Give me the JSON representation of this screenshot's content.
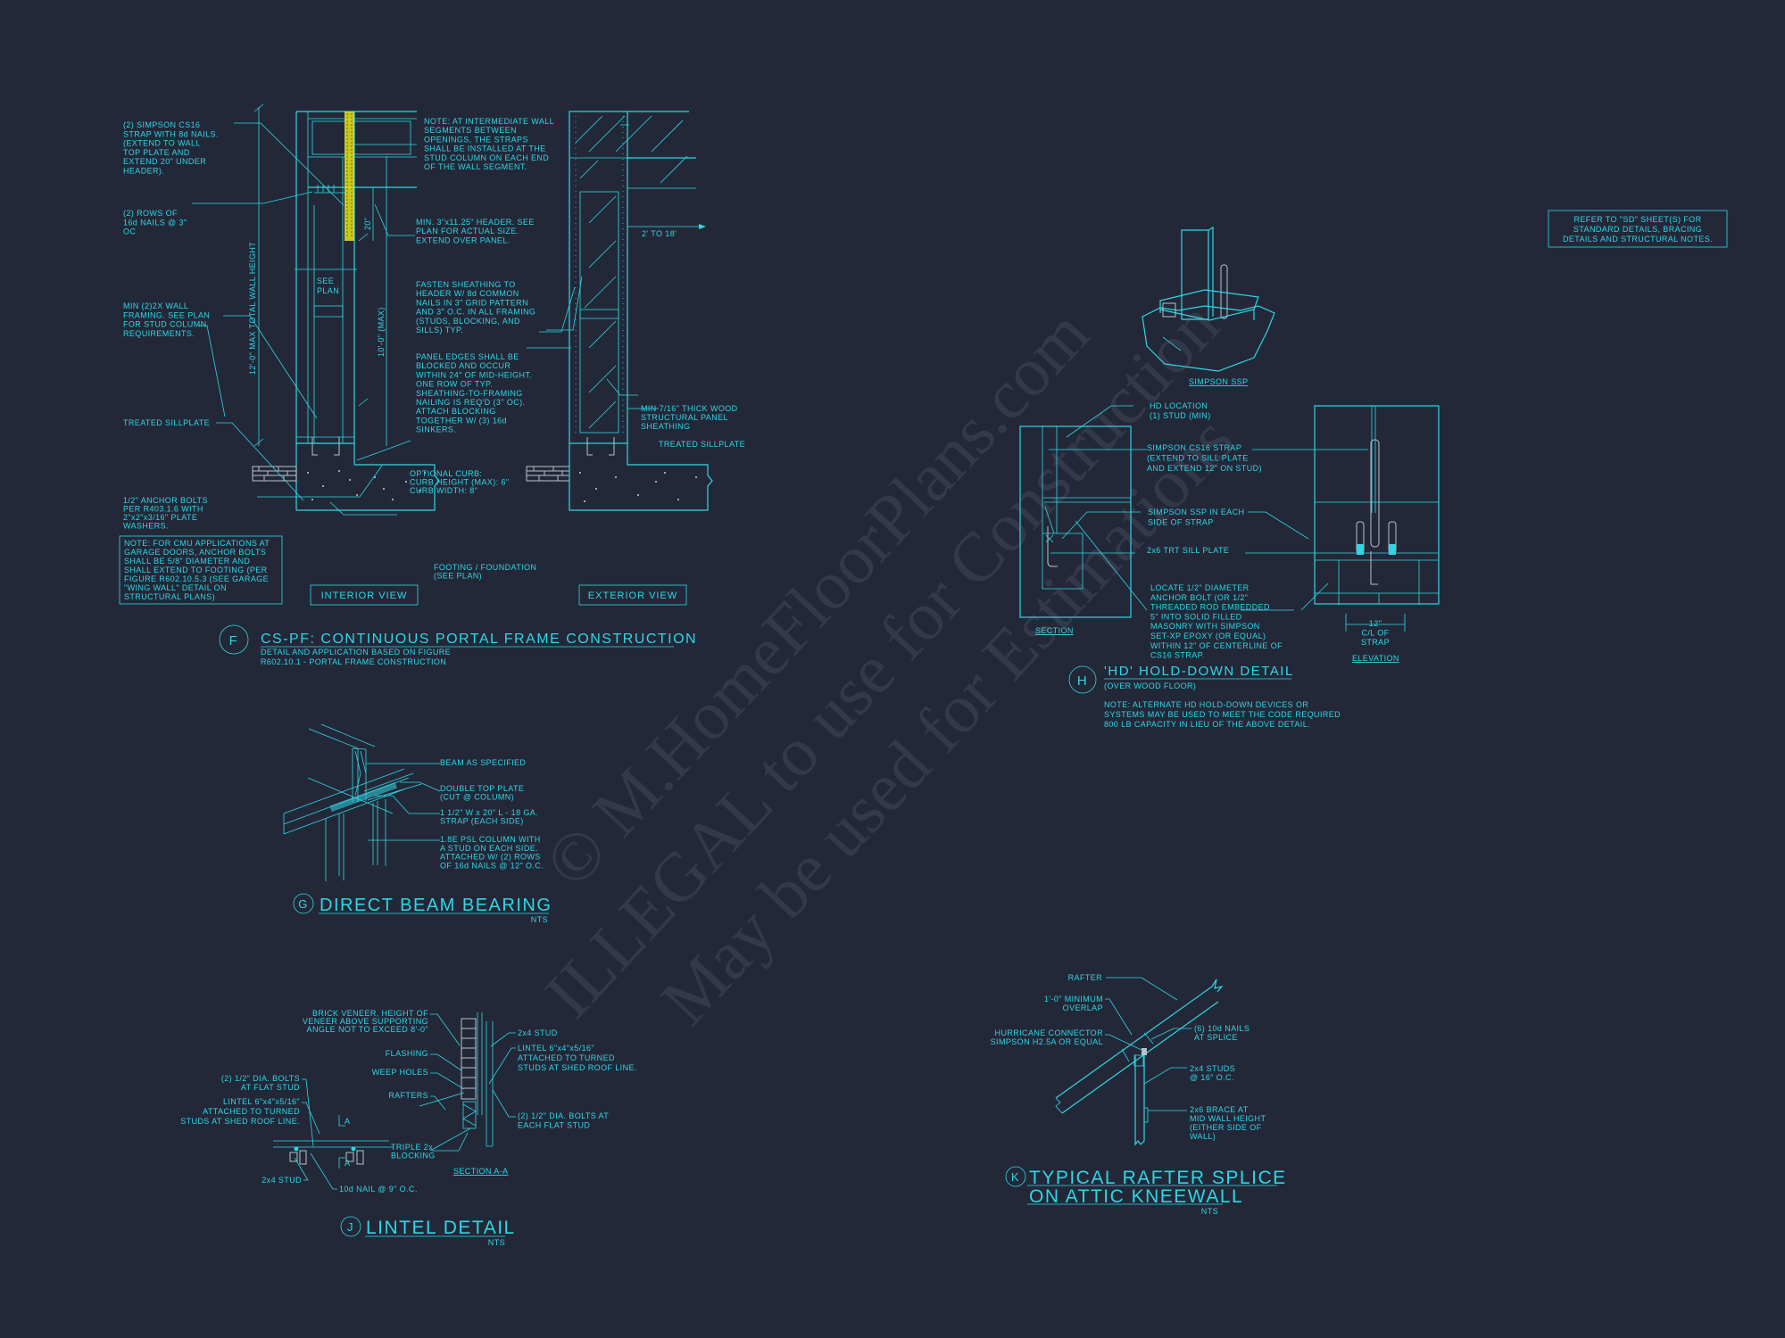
{
  "colors": {
    "background": "#232838",
    "linework": "#2fd6e4",
    "strap": "#e6e21c"
  },
  "watermark": {
    "line1": "© M.HomeFloorPlans.com",
    "line2": "ILLEGAL to use for Construction",
    "line3": "May be used for Estimations"
  },
  "detail_f": {
    "letter": "F",
    "title": "CS-PF: CONTINUOUS PORTAL FRAME CONSTRUCTION",
    "subtitle": [
      "DETAIL AND APPLICATION BASED ON FIGURE",
      "R602.10.1 - PORTAL FRAME CONSTRUCTION"
    ],
    "interior_view_label": "INTERIOR VIEW",
    "exterior_view_label": "EXTERIOR VIEW",
    "notes": {
      "strap": [
        "(2) SIMPSON CS16",
        "STRAP WITH 8d NAILS.",
        "(EXTEND TO WALL",
        "TOP PLATE AND",
        "EXTEND 20\" UNDER",
        "HEADER)."
      ],
      "nail_rows": [
        "(2) ROWS OF",
        "16d NAILS @ 3\"",
        "OC"
      ],
      "framing": [
        "MIN (2)2X WALL",
        "FRAMING.  SEE PLAN",
        "FOR STUD COLUMN",
        "REQUIREMENTS."
      ],
      "sillplate": "TREATED SILLPLATE",
      "anchor": [
        "1/2\" ANCHOR BOLTS",
        "PER R403.1.6 WITH",
        "2\"x2\"x3/16\" PLATE",
        "WASHERS."
      ],
      "cmu": [
        "NOTE: FOR CMU APPLICATIONS AT",
        "GARAGE DOORS, ANCHOR BOLTS",
        "SHALL BE 5/8\" DIAMETER AND",
        "SHALL EXTEND TO FOOTING (PER",
        "FIGURE R602.10.5.3 (SEE GARAGE",
        "\"WING WALL\" DETAIL ON",
        "STRUCTURAL PLANS)"
      ],
      "intermediate": [
        "NOTE: AT INTERMEDIATE WALL",
        "SEGMENTS BETWEEN",
        "OPENINGS, THE STRAPS",
        "SHALL BE INSTALLED AT THE",
        "STUD COLUMN ON EACH END",
        "OF THE WALL SEGMENT."
      ],
      "header": [
        "MIN. 3\"x11.25\" HEADER. SEE",
        "PLAN FOR ACTUAL SIZE.",
        "EXTEND OVER PANEL."
      ],
      "fasten": [
        "FASTEN SHEATHING TO",
        "HEADER W/ 8d COMMON",
        "NAILS IN 3\" GRID PATTERN",
        "AND 3\" O.C. IN ALL FRAMING",
        "(STUDS, BLOCKING, AND",
        "SILLS) TYP."
      ],
      "panel": [
        "PANEL EDGES SHALL BE",
        "BLOCKED AND OCCUR",
        "WITHIN 24\" OF MID-HEIGHT.",
        "ONE ROW OF TYP.",
        "SHEATHING-TO-FRAMING",
        "NAILING IS REQ'D (3\" OC).",
        "ATTACH BLOCKING",
        "TOGETHER W/ (3) 16d",
        "SINKERS."
      ],
      "curb": [
        "OPTIONAL CURB:",
        "CURB HEIGHT (MAX): 6\"",
        "CURB WIDTH: 8\""
      ],
      "footing": [
        "FOOTING / FOUNDATION",
        "(SEE PLAN)"
      ],
      "sheathing": [
        "MIN 7/16\" THICK WOOD",
        "STRUCTURAL PANEL",
        "SHEATHING"
      ],
      "sillplate_ext": "TREATED SILLPLATE",
      "span": "2' TO 18'"
    },
    "dims": {
      "total_height": "12'-0\" MAX TOTAL WALL HEIGHT",
      "max_height": "10'-0\" (MAX)",
      "strap_len": "20\"",
      "see_plan": [
        "SEE",
        "PLAN"
      ]
    }
  },
  "detail_g": {
    "letter": "G",
    "title": "DIRECT BEAM BEARING",
    "scale": "NTS",
    "notes": {
      "beam": "BEAM AS SPECIFIED",
      "top_plate": [
        "DOUBLE TOP PLATE",
        "(CUT @ COLUMN)"
      ],
      "strap": [
        "1 1/2\" W x 20\" L - 18 GA.",
        "STRAP (EACH SIDE)"
      ],
      "column": [
        "1.8E PSL COLUMN WITH",
        "A STUD ON EACH SIDE.",
        "ATTACHED W/ (2) ROWS",
        "OF 16d NAILS @ 12\" O.C."
      ]
    }
  },
  "detail_h": {
    "letter": "H",
    "title": "'HD' HOLD-DOWN DETAIL",
    "subtitle": "(OVER WOOD FLOOR)",
    "ssp_label": "SIMPSON SSP",
    "section_label": "SECTION",
    "elevation_label": "ELEVATION",
    "dim": [
      "12\"",
      "C/L OF",
      "STRAP"
    ],
    "notes": {
      "hd_location": [
        "HD LOCATION",
        "(1) STUD (MIN)"
      ],
      "cs16": [
        "SIMPSON CS16 STRAP",
        "(EXTEND TO SILL PLATE",
        "AND EXTEND 12\" ON STUD)"
      ],
      "ssp": [
        "SIMPSON SSP IN EACH",
        "SIDE OF STRAP"
      ],
      "sill": "2x6 TRT SILL PLATE",
      "anchor": [
        "LOCATE 1/2\" DIAMETER",
        "ANCHOR BOLT (OR 1/2\"",
        "THREADED ROD EMBEDDED",
        "5\" INTO SOLID FILLED",
        "MASONRY WITH SIMPSON",
        "SET-XP EPOXY (OR EQUAL)",
        "WITHIN 12\" OF CENTERLINE OF",
        "CS16 STRAP."
      ],
      "alternate": [
        "NOTE: ALTERNATE HD HOLD-DOWN DEVICES OR",
        "SYSTEMS MAY BE USED TO MEET THE CODE REQUIRED",
        "800 LB CAPACITY IN LIEU OF THE ABOVE DETAIL."
      ]
    }
  },
  "refer_note": [
    "REFER TO \"SD\"  SHEET(S) FOR",
    "STANDARD DETAILS, BRACING",
    "DETAILS AND STRUCTURAL NOTES."
  ],
  "detail_j": {
    "letter": "J",
    "title": "LINTEL DETAIL",
    "scale": "NTS",
    "section_label": "SECTION A-A",
    "section_mark": "A",
    "notes": {
      "brick": [
        "BRICK VENEER, HEIGHT OF",
        "VENEER ABOVE SUPPORTING",
        "ANGLE NOT TO EXCEED 8'-0\""
      ],
      "flashing": "FLASHING",
      "weep": "WEEP HOLES",
      "rafters": "RAFTERS",
      "stud_r": "2x4 STUD",
      "lintel_r": [
        "LINTEL 6\"x4\"x5/16\"",
        "ATTACHED TO TURNED",
        "STUDS AT SHED ROOF LINE."
      ],
      "bolts_r": [
        "(2) 1/2\" DIA. BOLTS AT",
        "EACH FLAT STUD"
      ],
      "bolts_l": [
        "(2) 1/2\" DIA. BOLTS",
        "AT FLAT STUD"
      ],
      "lintel_l": [
        "LINTEL 6\"x4\"x5/16\"",
        "ATTACHED TO TURNED",
        "STUDS AT SHED ROOF LINE."
      ],
      "blocking": [
        "TRIPLE 2x",
        "BLOCKING"
      ],
      "stud_l": "2x4 STUD",
      "nail": "10d NAIL @ 9\" O.C."
    }
  },
  "detail_k": {
    "letter": "K",
    "title": [
      "TYPICAL RAFTER SPLICE",
      "ON ATTIC KNEEWALL"
    ],
    "scale": "NTS",
    "notes": {
      "rafter": "RAFTER",
      "overlap": [
        "1'-0\" MINIMUM",
        "OVERLAP"
      ],
      "hurricane": [
        "HURRICANE CONNECTOR",
        "SIMPSON H2.5A OR EQUAL"
      ],
      "nails": [
        "(6) 10d NAILS",
        "AT SPLICE"
      ],
      "studs": [
        "2x4 STUDS",
        "@ 16\" O.C."
      ],
      "brace": [
        "2x6 BRACE AT",
        "MID WALL HEIGHT",
        "(EITHER SIDE OF",
        "WALL)"
      ]
    }
  }
}
